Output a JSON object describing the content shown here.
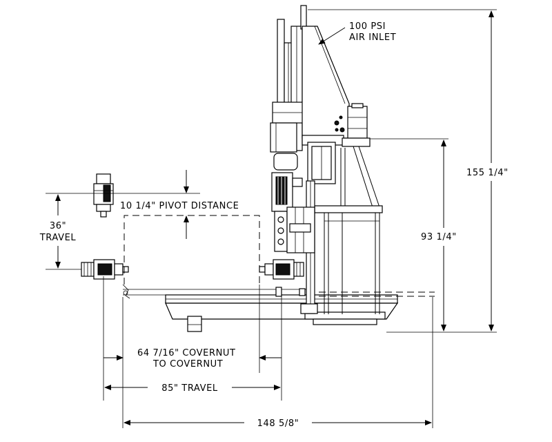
{
  "labels": {
    "air_inlet_line1": "100 PSI",
    "air_inlet_line2": "AIR INLET",
    "overall_height": "155 1/4\"",
    "column_height": "93 1/4\"",
    "pivot_distance": "10 1/4\" PIVOT DISTANCE",
    "vertical_travel_line1": "36\"",
    "vertical_travel_line2": "TRAVEL",
    "covernut_line1": "64 7/16\" COVERNUT",
    "covernut_line2": "TO COVERNUT",
    "horizontal_travel": "85\" TRAVEL",
    "overall_width": "148 5/8\""
  }
}
